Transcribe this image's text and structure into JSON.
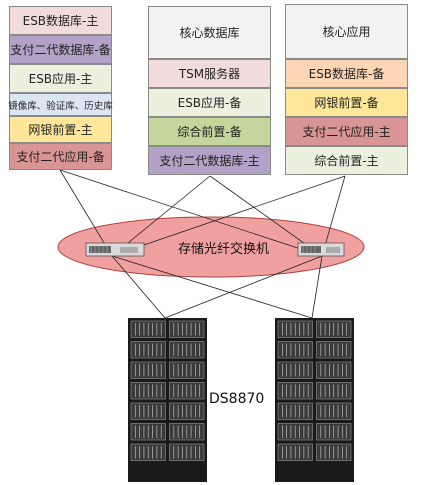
{
  "left_stack": {
    "rows": [
      {
        "label": "ESB数据库-主",
        "color": "#f2dcdb"
      },
      {
        "label": "支付二代数据库-备",
        "color": "#b3a2c7"
      },
      {
        "label": "ESB应用-主",
        "color": "#ebf1de"
      },
      {
        "label": "镜像库、验证库、历史库",
        "color": "#dce6f2"
      },
      {
        "label": "网银前置-主",
        "color": "#ffe699"
      },
      {
        "label": "支付二代应用-备",
        "color": "#d99594"
      }
    ]
  },
  "middle_stack": {
    "header": "核心数据库",
    "rows": [
      {
        "label": "TSM服务器",
        "color": "#f2dcdb"
      },
      {
        "label": "ESB应用-备",
        "color": "#ebf1de"
      },
      {
        "label": "综合前置-备",
        "color": "#c3d69b"
      },
      {
        "label": "支付二代数据库-主",
        "color": "#b3a2c7"
      }
    ]
  },
  "right_stack": {
    "header": "核心应用",
    "rows": [
      {
        "label": "ESB数据库-备",
        "color": "#fcd5b4"
      },
      {
        "label": "网银前置-备",
        "color": "#ffe699"
      },
      {
        "label": "支付二代应用-主",
        "color": "#d99594"
      },
      {
        "label": "综合前置-主",
        "color": "#ebf1de"
      }
    ]
  },
  "switch_zone": {
    "label": "存储光纤交换机",
    "color": "#e98b8b"
  },
  "storage": {
    "label": "DS8870"
  }
}
